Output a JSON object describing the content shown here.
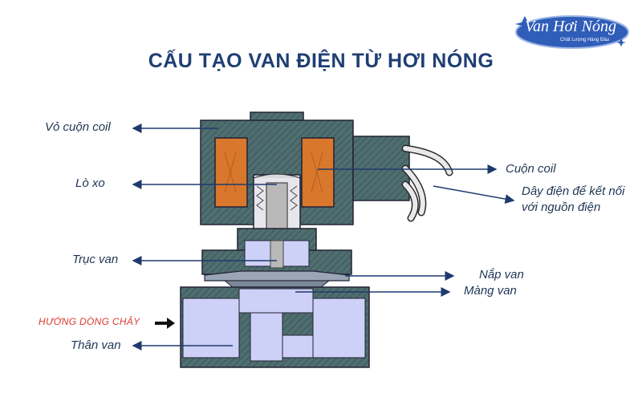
{
  "title": "CẤU TẠO VAN ĐIỆN TỪ HƠI NÓNG",
  "logo": {
    "main": "Van Hơi Nóng",
    "tagline": "Chất Lượng Hàng Đầu"
  },
  "labels": {
    "coil_housing": "Vỏ cuộn coil",
    "spring": "Lò xo",
    "stem": "Trục van",
    "body": "Thân van",
    "coil": "Cuộn coil",
    "wire_line1": "Dây điện để kết nối",
    "wire_line2": "với nguồn điện",
    "cover": "Nắp van",
    "diaphragm": "Màng van"
  },
  "flow_direction": "HƯỚNG DÒNG CHẢY",
  "colors": {
    "title": "#1f3f74",
    "body": "#4f6e70",
    "coil": "#d9772c",
    "fluid": "#cdd0f7",
    "stem": "#b9b9b9",
    "leader": "#1e3a6e",
    "flow_text": "#d93a2e"
  }
}
